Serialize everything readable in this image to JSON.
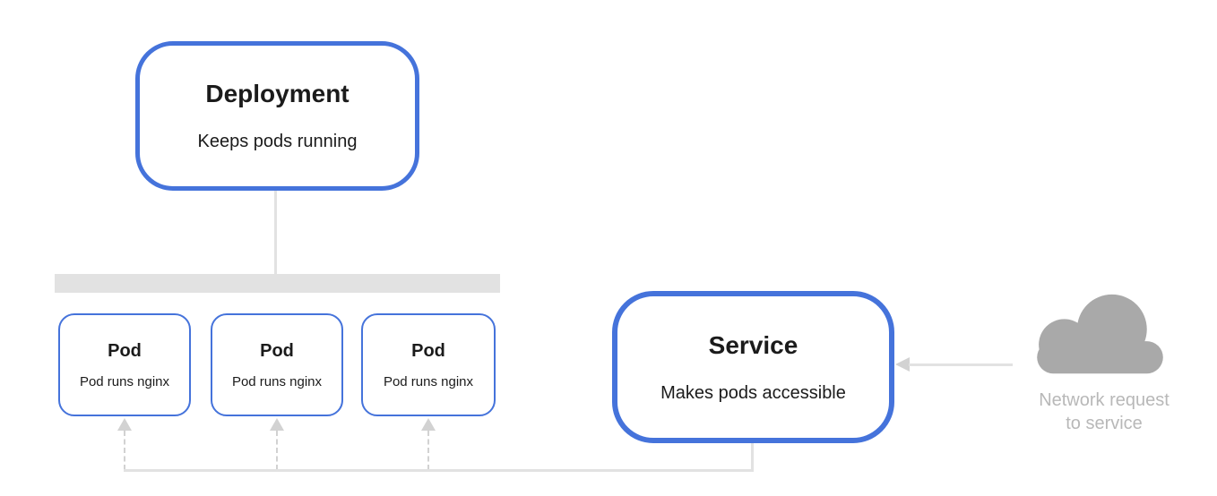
{
  "colors": {
    "accent": "#4573db",
    "bar": "#e2e2e2",
    "line": "#e2e2e2",
    "arrow": "#d2d2d2",
    "cloud": "#a9a9a9",
    "muted": "#b8b8b8",
    "text": "#1b1b1b",
    "bg": "#ffffff"
  },
  "deployment": {
    "title": "Deployment",
    "subtitle": "Keeps pods running"
  },
  "pods": [
    {
      "title": "Pod",
      "subtitle": "Pod runs nginx"
    },
    {
      "title": "Pod",
      "subtitle": "Pod runs nginx"
    },
    {
      "title": "Pod",
      "subtitle": "Pod runs nginx"
    }
  ],
  "service": {
    "title": "Service",
    "subtitle": "Makes pods accessible"
  },
  "network_request": {
    "line1": "Network request",
    "line2": "to service"
  },
  "icons": {
    "cloud": "cloud-icon"
  }
}
